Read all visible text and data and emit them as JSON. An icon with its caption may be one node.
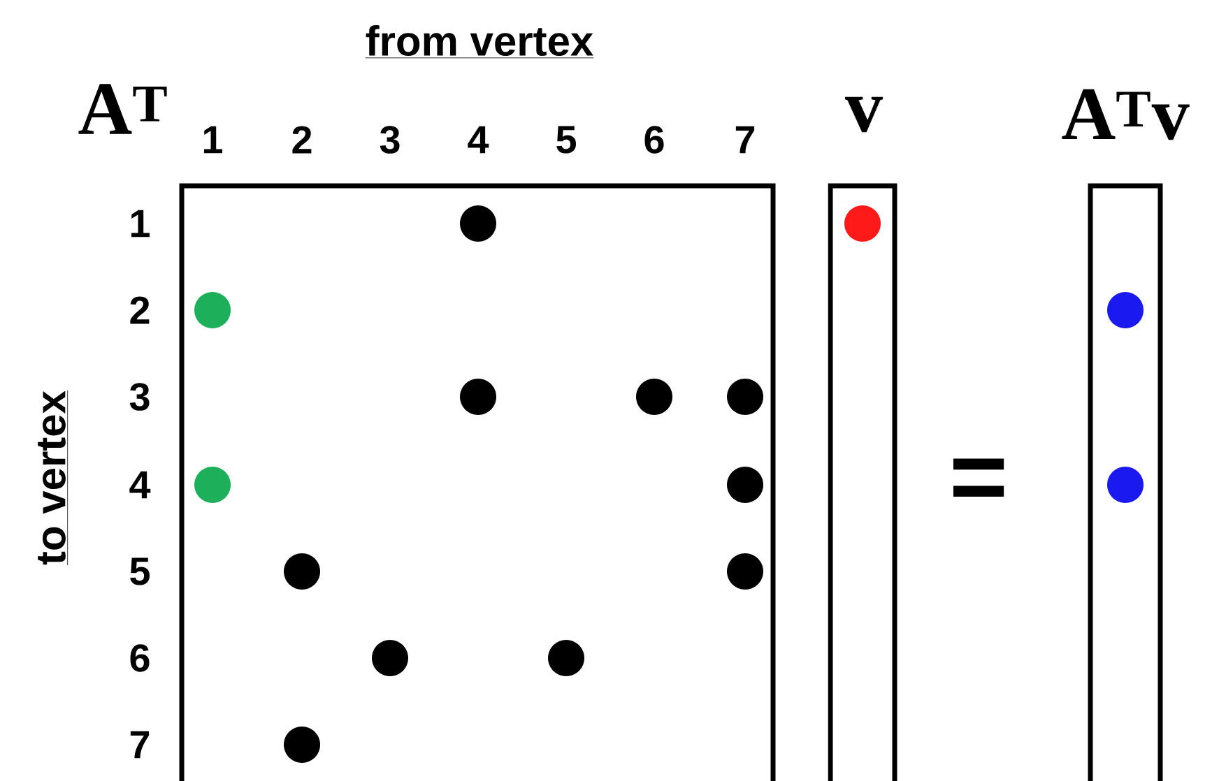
{
  "diagram": {
    "nodes": [
      {
        "text": [],
        "shape": "box"
      },
      {
        "text": [],
        "shape": "box"
      },
      {
        "text": [],
        "shape": "box"
      },
      {
        "text": [],
        "shape": "circle",
        "in": 0
      },
      {
        "text": [],
        "shape": "circle",
        "in": 1
      },
      {
        "text": [],
        "shape": "circle",
        "in": 0
      },
      {
        "text": [],
        "shape": "circle",
        "in": 2
      },
      {
        "text": [],
        "shape": "circle",
        "in": 0
      },
      {
        "text": [],
        "shape": "circle",
        "in": 0
      },
      {
        "text": [],
        "shape": "circle",
        "in": 0
      },
      {
        "text": [],
        "shape": "circle",
        "in": 0
      },
      {
        "text": [],
        "shape": "circle",
        "in": 0
      },
      {
        "text": [],
        "shape": "circle",
        "in": 2
      },
      {
        "text": [],
        "shape": "circle",
        "in": 0
      },
      {
        "text": [],
        "shape": "circle",
        "in": 0
      },
      {
        "text": [],
        "shape": "circle",
        "in": 0
      },
      {
        "text": [],
        "shape": "circle",
        "in": 0
      },
      {
        "text": [],
        "shape": "circle",
        "in": 0
      }
    ],
    "labels": [
      "from vertex",
      "A$^{T}$",
      "1",
      "2",
      "3",
      "4",
      "5",
      "6",
      "7",
      "v",
      "A$^{T}$v",
      "1",
      "2",
      "3",
      "4",
      "5",
      "6",
      "7",
      "to vertex",
      "="
    ]
  }
}
